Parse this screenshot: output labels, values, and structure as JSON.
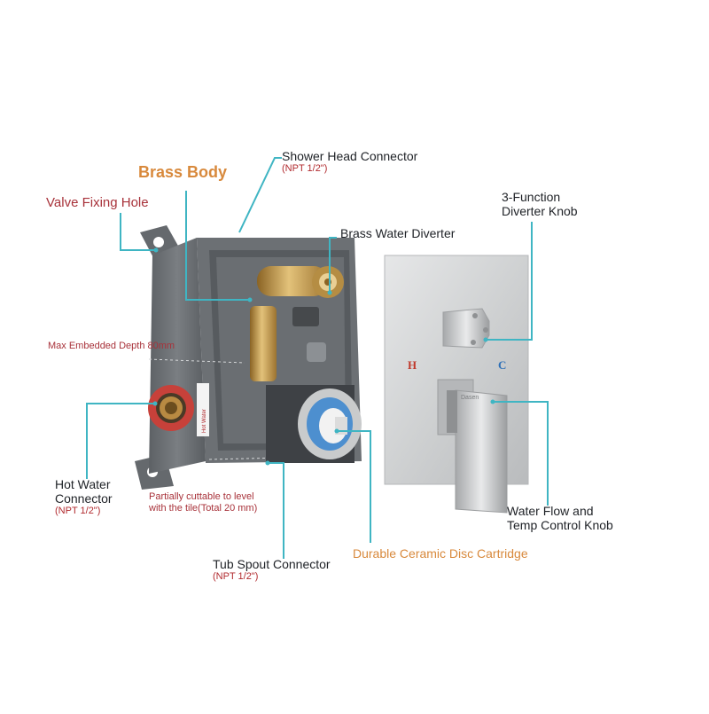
{
  "labels": {
    "shower_head": {
      "title": "Shower Head Connector",
      "spec": "(NPT 1/2\")"
    },
    "brass_body": "Brass Body",
    "valve_fixing_hole": "Valve Fixing Hole",
    "brass_diverter": "Brass Water Diverter",
    "function_knob": {
      "line1": "3-Function",
      "line2": "Diverter Knob"
    },
    "max_depth": "Max Embedded Depth 80mm",
    "hot_water": {
      "line1": "Hot Water",
      "line2": "Connector",
      "spec": "(NPT 1/2\")"
    },
    "cuttable": {
      "line1": "Partially cuttable to level",
      "line2": "with the tile(Total 20 mm)"
    },
    "tub_spout": {
      "title": "Tub Spout Connector",
      "spec": "(NPT 1/2\")"
    },
    "cartridge": "Durable Ceramic Disc Cartridge",
    "flow_knob": {
      "line1": "Water Flow and",
      "line2": "Temp Control Knob"
    }
  },
  "plate_markings": {
    "hot": "H",
    "cold": "C",
    "brand": "Dasen"
  },
  "box_marking": "Hot Water",
  "colors": {
    "leader_line": "#3fb5c3",
    "label_dark": "#1e2126",
    "label_red": "#a8323a",
    "label_orange": "#d8893c",
    "housing_gray": "#6f7377",
    "brass": "#c9a255",
    "steel": "#c9cbcc"
  }
}
